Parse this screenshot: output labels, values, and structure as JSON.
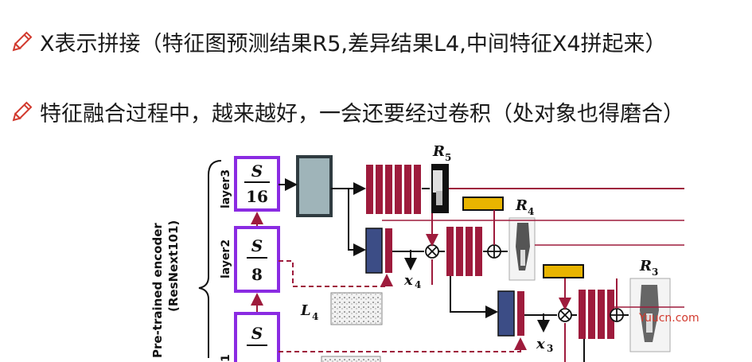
{
  "bullets": [
    {
      "text": "X表示拼接（特征图预测结果R5,差异结果L4,中间特征X4拼起来）",
      "icon": "pencil-icon"
    },
    {
      "text": "特征融合过程中，越来越好，一会还要经过卷积（处对象也得磨合）",
      "icon": "pencil-icon"
    }
  ],
  "diagram": {
    "encoder_label_line1": "Pre-trained encoder",
    "encoder_label_line2": "(ResNext101)",
    "layers": [
      {
        "name": "layer3",
        "num": "S",
        "den": "16"
      },
      {
        "name": "layer2",
        "num": "S",
        "den": "8"
      },
      {
        "name": "1",
        "num": "S",
        "den": ""
      }
    ],
    "labels": {
      "r5_base": "R",
      "r5_sub": "5",
      "r4_base": "R",
      "r4_sub": "4",
      "r3_base": "R",
      "r3_sub": "3",
      "l4_base": "L",
      "l4_sub": "4",
      "x4_base": "x",
      "x4_sub": "4",
      "x3_base": "x",
      "x3_sub": "3"
    },
    "colors": {
      "encoder_border": "#8a2be2",
      "decoder_block": "#9e1b3c",
      "gray_block": "#9fb4b9",
      "gray_border": "#2f3b40",
      "navy_block": "#3c4d86",
      "gold_block": "#e8b400",
      "line": "#9e1b3c"
    }
  },
  "watermark": "Yuucn.com"
}
